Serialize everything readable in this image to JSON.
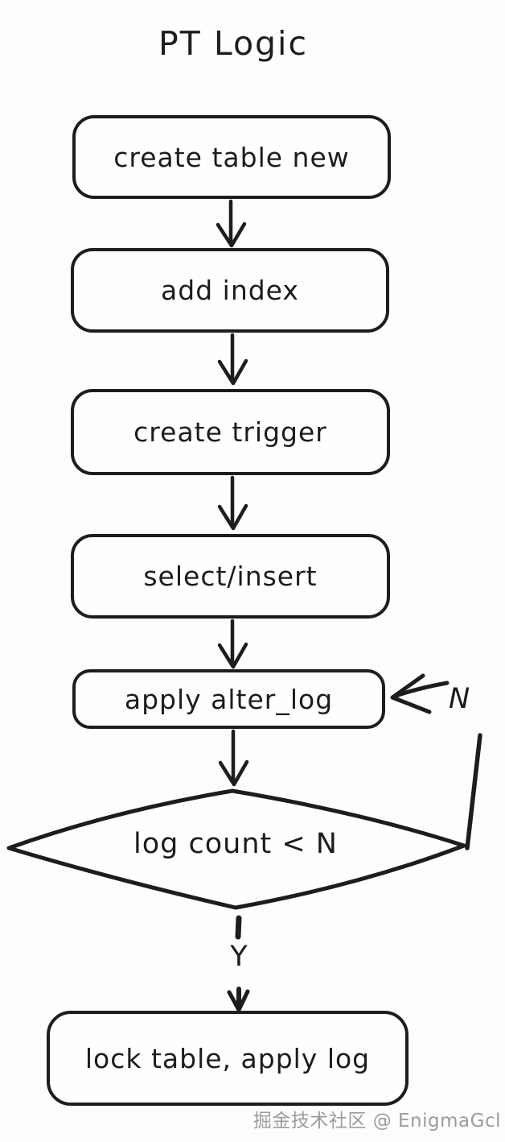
{
  "title": "PT Logic",
  "colors": {
    "stroke": "#1d1d1d",
    "background": "#fdfdfd",
    "node_fill": "#fefefe",
    "watermark_gray": "#969696"
  },
  "flowchart": {
    "nodes": [
      {
        "id": "create-table-new",
        "type": "process",
        "label": "create table new"
      },
      {
        "id": "add-index",
        "type": "process",
        "label": "add index"
      },
      {
        "id": "create-trigger",
        "type": "process",
        "label": "create trigger"
      },
      {
        "id": "select-insert",
        "type": "process",
        "label": "select/insert"
      },
      {
        "id": "apply-alter-log",
        "type": "process",
        "label": "apply alter_log"
      },
      {
        "id": "log-count-check",
        "type": "decision",
        "label": "log count < N"
      },
      {
        "id": "lock-table-apply-log",
        "type": "process",
        "label": "lock table, apply log"
      }
    ],
    "edges": [
      {
        "from": "create-table-new",
        "to": "add-index",
        "label": ""
      },
      {
        "from": "add-index",
        "to": "create-trigger",
        "label": ""
      },
      {
        "from": "create-trigger",
        "to": "select-insert",
        "label": ""
      },
      {
        "from": "select-insert",
        "to": "apply-alter-log",
        "label": ""
      },
      {
        "from": "apply-alter-log",
        "to": "log-count-check",
        "label": ""
      },
      {
        "from": "log-count-check",
        "to": "lock-table-apply-log",
        "label": "Y"
      },
      {
        "from": "log-count-check",
        "to": "apply-alter-log",
        "label": "N"
      }
    ]
  },
  "watermark": "掘金技术社区 @ EnigmaGcl"
}
